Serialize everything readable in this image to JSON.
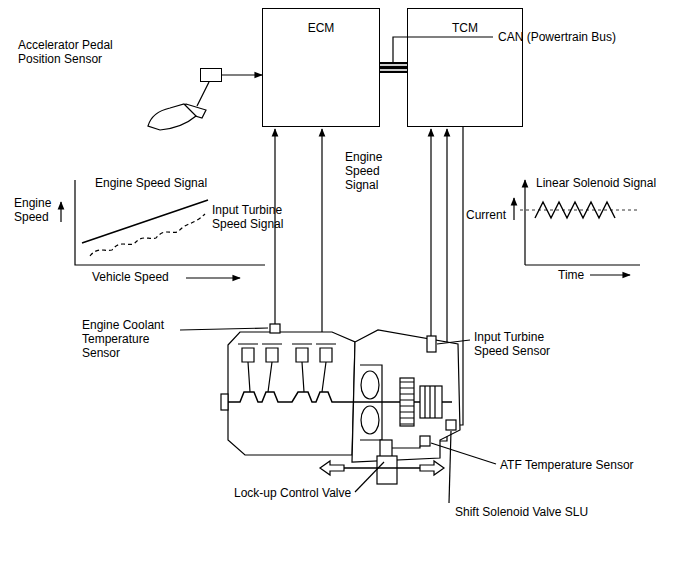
{
  "diagram": {
    "nodes": [
      {
        "text": [
          "Accelerator Pedal Position Sensor"
        ]
      },
      {
        "text": [
          "ECM"
        ]
      },
      {
        "text": [
          "TCM"
        ]
      }
    ],
    "edges": [
      {
        "from": 0,
        "to": 1,
        "arrow": "to"
      },
      {
        "from": 1,
        "to": 2,
        "arrow": "none"
      }
    ],
    "labels": [
      "CAN (Powertrain Bus)",
      "Engine Speed Signal",
      "Engine Speed",
      "Input Turbine Speed Signal",
      "Vehicle Speed",
      "Engine Speed Signal",
      "Linear Solenoid Signal",
      "Current",
      "Time",
      "Engine Coolant Temperature Sensor",
      "Input Turbine Speed Sensor",
      "ATF Temperature Sensor",
      "Lock-up Control Valve",
      "Shift Solenoid Valve SLU"
    ]
  }
}
